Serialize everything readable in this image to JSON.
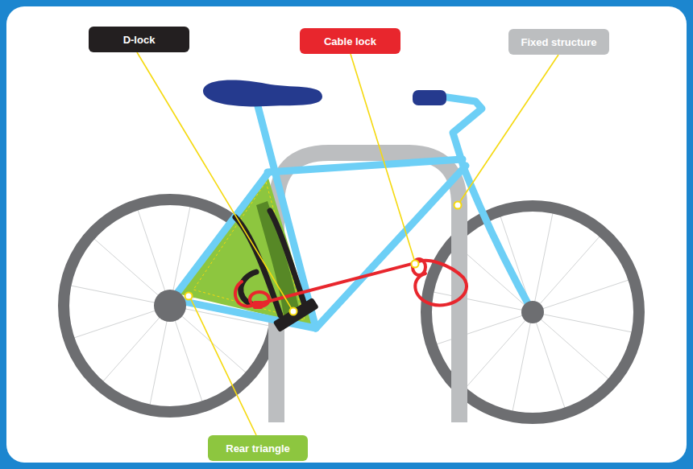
{
  "diagram": {
    "nodes": [
      {
        "text": [
          "D-lock"
        ]
      },
      {
        "text": [
          "Cable lock"
        ]
      },
      {
        "text": [
          "Fixed structure"
        ]
      },
      {
        "text": [
          "Rear triangle"
        ]
      }
    ]
  }
}
